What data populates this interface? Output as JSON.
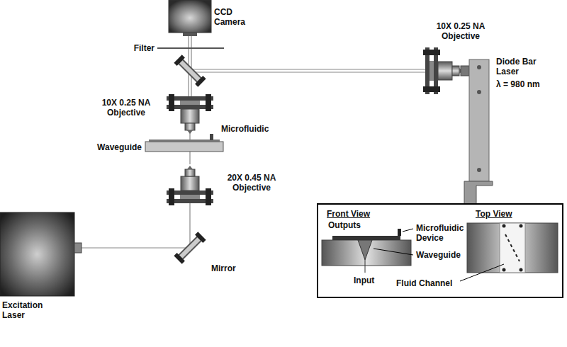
{
  "diagram": {
    "nodes": [
      {
        "text": [
          "Front View",
          "Outputs",
          "Microfluidic Device",
          "Input",
          "Waveguide",
          "Top View",
          "Fluid Channel"
        ]
      }
    ],
    "labels": [
      "CCD Camera",
      "Filter",
      "10X 0.25 NA Objective",
      "Diode Bar Laser",
      "λ = 980 nm",
      "10X 0.25 NA Objective",
      "Microfluidic",
      "Waveguide",
      "20X 0.45 NA Objective",
      "Mirror",
      "Excitation Laser"
    ]
  }
}
